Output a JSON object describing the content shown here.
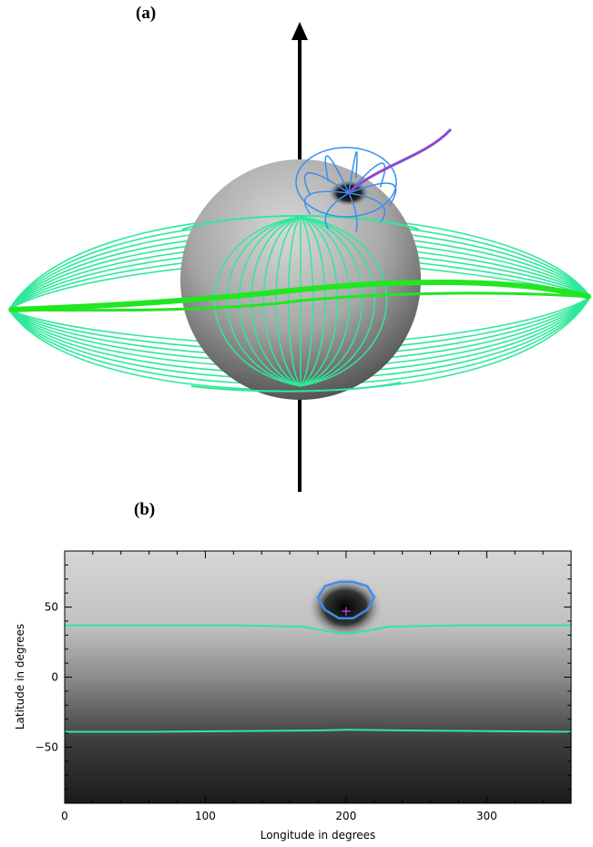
{
  "panel_a": {
    "label": "(a)"
  },
  "panel_b": {
    "label": "(b)"
  },
  "colors": {
    "open_field": "#2fe89a",
    "closed_loops": "#3a8ef0",
    "current_sheet": "#22e622",
    "open_line": "#8a4ad0",
    "marker": "#c050e0",
    "axis": "#000000"
  },
  "chart_data": {
    "type": "heatmap",
    "title": "",
    "xlabel": "Longitude in degrees",
    "ylabel": "Latitude in degrees",
    "xlim": [
      0,
      360
    ],
    "ylim": [
      -90,
      90
    ],
    "xticks": [
      "0",
      "100",
      "200",
      "300"
    ],
    "yticks": [
      "50",
      "0",
      "−50"
    ],
    "xtick_values": [
      0,
      100,
      200,
      300
    ],
    "ytick_values": [
      50,
      0,
      -50
    ],
    "series": [
      {
        "x": [
          0,
          60,
          120,
          170,
          185,
          200,
          215,
          230,
          280,
          330,
          360
        ],
        "y": [
          37,
          37,
          37,
          36,
          33,
          31,
          33,
          36,
          37,
          37,
          37
        ]
      },
      {
        "x": [
          0,
          60,
          120,
          180,
          200,
          240,
          300,
          360
        ],
        "y": [
          -39,
          -39,
          -38.5,
          -38,
          -37.5,
          -38,
          -38.5,
          -39
        ]
      },
      {
        "x": [
          180,
          185,
          195,
          205,
          215,
          220,
          215,
          205,
          195,
          185,
          180
        ],
        "y": [
          57,
          65,
          68,
          68,
          65,
          57,
          48,
          42,
          42,
          48,
          57
        ]
      }
    ],
    "markers": [
      {
        "x": 200,
        "y": 47,
        "symbol": "+"
      }
    ],
    "grid": false
  }
}
